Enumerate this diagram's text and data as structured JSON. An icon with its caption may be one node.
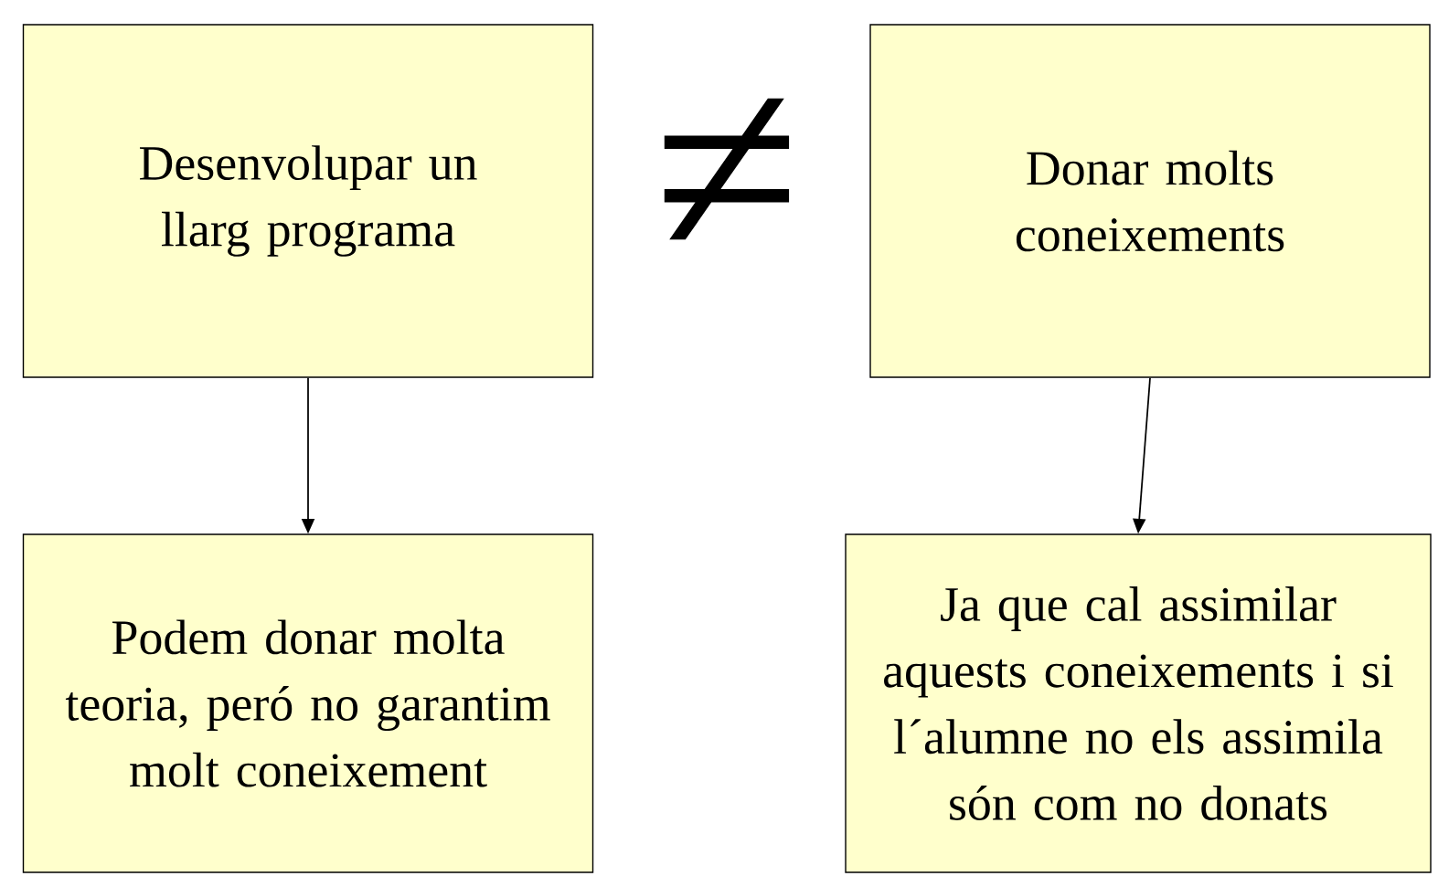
{
  "diagram": {
    "nodes": [
      {
        "text": [
          "Desenvolupar un llarg programa"
        ]
      },
      {
        "text": [
          "Donar molts coneixements"
        ]
      },
      {
        "text": [
          "Podem donar molta teoria, peró no garantim molt coneixement"
        ]
      },
      {
        "text": [
          "Ja que cal assimilar aquests coneixements i si l´alumne no els assimila són com no donats"
        ]
      }
    ],
    "edges": [
      {
        "from": 0,
        "to": 2,
        "arrow": "to"
      },
      {
        "from": 1,
        "to": 3,
        "arrow": "to"
      }
    ],
    "labels": [
      "≠"
    ]
  }
}
